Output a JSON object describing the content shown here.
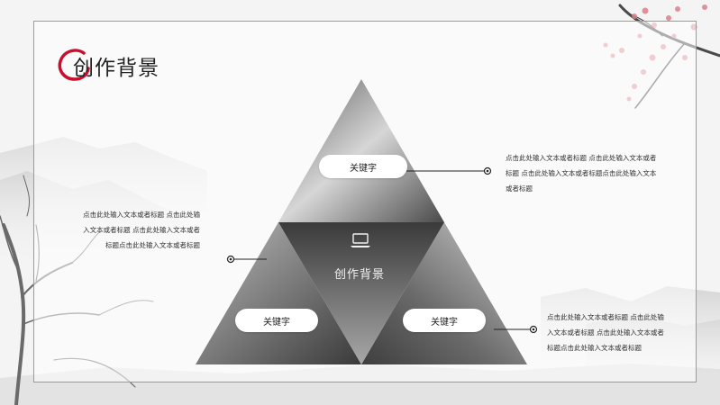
{
  "title": "创作背景",
  "center": {
    "label": "创作背景",
    "icon": "laptop-icon"
  },
  "keywords": {
    "top": "关键字",
    "left": "关键字",
    "right": "关键字"
  },
  "text_blocks": {
    "top_right": [
      "点击此处输入文本或者标题 点击此处输入文本或者",
      "标题 点击此处输入文本或者标题点击此处输入文本",
      "或者标题"
    ],
    "left": [
      "点击此处输入文本或者标题 点击此处输",
      "入文本或者标题 点击此处输入文本或者",
      "标题点击此处输入文本或者标题"
    ],
    "bottom_right": [
      "点击此处输入文本或者标题 点击此处输",
      "入文本或者标题 点击此处输入文本或者",
      "标题点击此处输入文本或者标题"
    ]
  },
  "colors": {
    "accent_red": "#c8102e",
    "frame": "#9a9a9a",
    "blossom": "#d9808a"
  }
}
